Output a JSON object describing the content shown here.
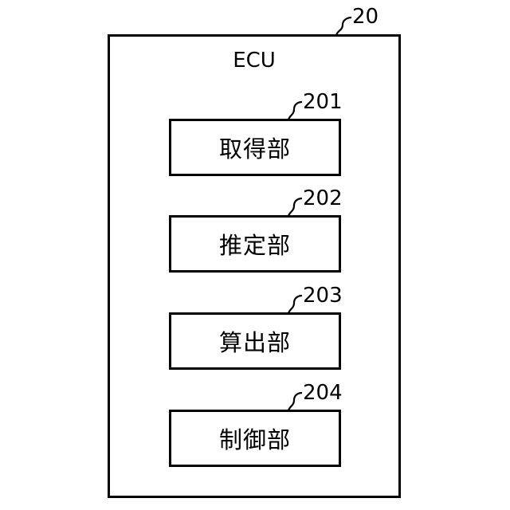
{
  "diagram": {
    "outer": {
      "ref": "20",
      "label": "ECU"
    },
    "blocks": [
      {
        "ref": "201",
        "label": "取得部"
      },
      {
        "ref": "202",
        "label": "推定部"
      },
      {
        "ref": "203",
        "label": "算出部"
      },
      {
        "ref": "204",
        "label": "制御部"
      }
    ]
  }
}
